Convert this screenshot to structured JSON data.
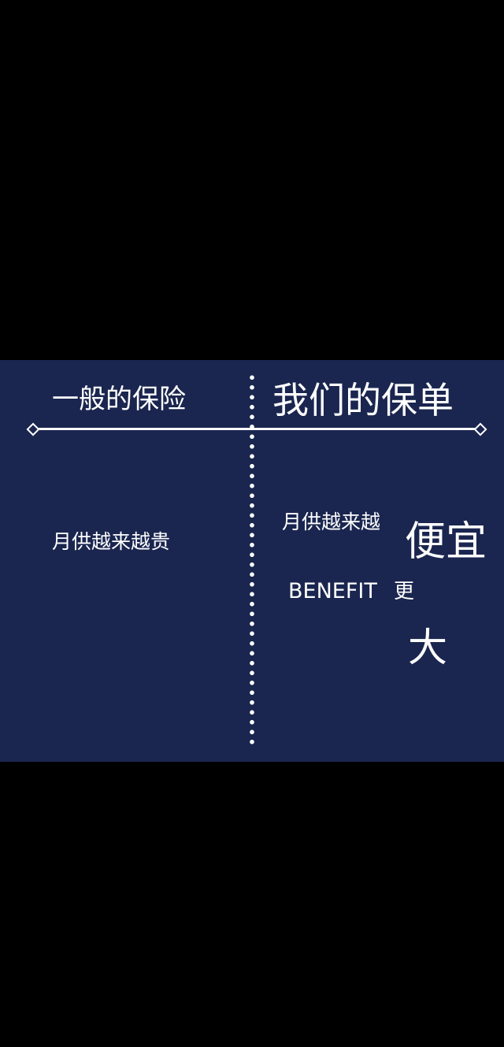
{
  "comparison": {
    "left_heading": "一般的保险",
    "right_heading": "我们的保单",
    "left_body": "月供越来越贵",
    "right_body_prefix": "月供越来越",
    "right_body_emphasis": "便宜",
    "benefit_word": "BENEFIT",
    "benefit_more": "更",
    "benefit_big": "大"
  },
  "colors": {
    "background": "#000000",
    "panel": "#1a264f",
    "text": "#ffffff"
  }
}
